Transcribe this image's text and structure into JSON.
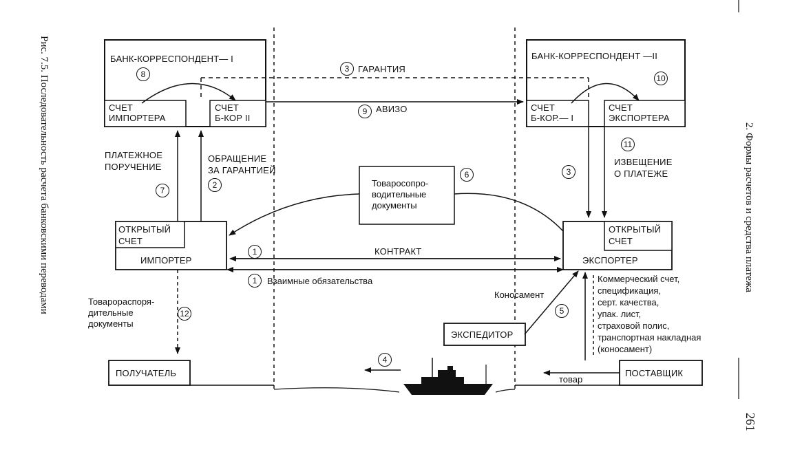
{
  "figure_caption": "Рис. 7.5. Последовательность расчета банковскими переводами",
  "chapter_header": "2. Формы расчетов и средства платежа",
  "page_number": "261",
  "boxes": {
    "bank1_title": "БАНК-КОРРЕСПОНДЕНТ— I",
    "bank2_title": "БАНК-КОРРЕСПОНДЕНТ —II",
    "acc_importer_l1": "СЧЕТ",
    "acc_importer_l2": "ИМПОРТЕРА",
    "acc_bkor2_l1": "СЧЕТ",
    "acc_bkor2_l2": "Б-КОР II",
    "acc_bkor1_l1": "СЧЕТ",
    "acc_bkor1_l2": "Б-КОР.— I",
    "acc_exporter_l1": "СЧЕТ",
    "acc_exporter_l2": "ЭКСПОРТЕРА",
    "open_acc_imp_l1": "ОТКРЫТЫЙ",
    "open_acc_imp_l2": "СЧЕТ",
    "importer": "ИМПОРТЕР",
    "open_acc_exp_l1": "ОТКРЫТЫЙ",
    "open_acc_exp_l2": "СЧЕТ",
    "exporter": "ЭКСПОРТЕР",
    "docs_l1": "Товаросопро-",
    "docs_l2": "водительные",
    "docs_l3": "документы",
    "forwarder": "ЭКСПЕДИТОР",
    "recipient": "ПОЛУЧАТЕЛЬ",
    "supplier": "ПОСТАВЩИК"
  },
  "labels": {
    "guarantee": "ГАРАНТИЯ",
    "aviso": "АВИЗО",
    "payment_order_l1": "ПЛАТЕЖНОЕ",
    "payment_order_l2": "ПОРУЧЕНИЕ",
    "request_l1": "ОБРАЩЕНИЕ",
    "request_l2": "ЗА ГАРАНТИЕЙ",
    "notice_l1": "ИЗВЕЩЕНИЕ",
    "notice_l2": "О ПЛАТЕЖЕ",
    "contract": "КОНТРАКТ",
    "mutual": "Взаимные обязательства",
    "dist_docs_l1": "Товарораспоря-",
    "dist_docs_l2": "дительные",
    "dist_docs_l3": "документы",
    "bill_lading": "Коносамент",
    "goods": "товар",
    "docs_list": [
      "Коммерческий счет,",
      "спецификация,",
      "серт. качества,",
      "упак. лист,",
      "страховой полис,",
      "транспортная накладная",
      "(коносамент)"
    ]
  },
  "numbers": {
    "n1a": "1",
    "n1b": "1",
    "n2": "2",
    "n3a": "3",
    "n3b": "3",
    "n4": "4",
    "n5": "5",
    "n6": "6",
    "n7": "7",
    "n8": "8",
    "n9": "9",
    "n10": "10",
    "n11": "11",
    "n12": "12"
  }
}
